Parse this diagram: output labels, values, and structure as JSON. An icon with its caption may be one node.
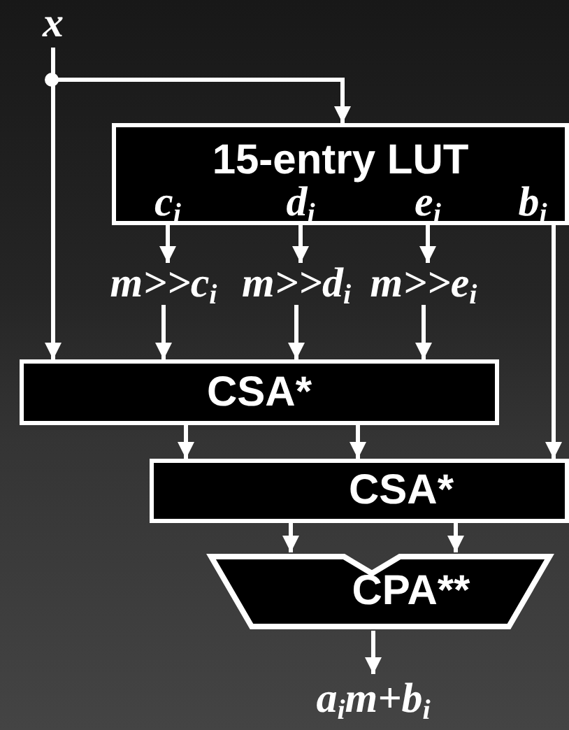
{
  "diagram": {
    "nodes": [
      {
        "text": [
          "x"
        ]
      },
      {
        "text": [
          "15-entry LUT"
        ]
      },
      {
        "text": [
          "c$_{i}$"
        ],
        "in": 1
      },
      {
        "text": [
          "d$_{i}$"
        ],
        "in": 1
      },
      {
        "text": [
          "e$_{i}$"
        ],
        "in": 1
      },
      {
        "text": [
          "b$_{i}$"
        ],
        "in": 1
      },
      {
        "text": [
          "m>>c$_{i}$"
        ]
      },
      {
        "text": [
          "m>>d$_{i}$"
        ]
      },
      {
        "text": [
          "m>>e$_{i}$"
        ]
      },
      {
        "text": [
          "CSA*"
        ]
      },
      {
        "text": [
          "CSA*"
        ]
      },
      {
        "text": [
          "CPA**"
        ]
      },
      {
        "text": [
          "a$_{i}$m+b$_{i}$"
        ]
      }
    ],
    "edges": [
      {
        "from": 0,
        "to": 1,
        "arrow": "to"
      },
      {
        "from": 0,
        "to": 9,
        "arrow": "to"
      },
      {
        "from": 2,
        "to": 6,
        "arrow": "to"
      },
      {
        "from": 3,
        "to": 7,
        "arrow": "to"
      },
      {
        "from": 4,
        "to": 8,
        "arrow": "to"
      },
      {
        "from": 6,
        "to": 9,
        "arrow": "to"
      },
      {
        "from": 7,
        "to": 9,
        "arrow": "to"
      },
      {
        "from": 8,
        "to": 9,
        "arrow": "to"
      },
      {
        "from": 5,
        "to": 10,
        "arrow": "to"
      },
      {
        "from": 9,
        "to": 10,
        "arrow": "to"
      },
      {
        "from": 9,
        "to": 10,
        "arrow": "to"
      },
      {
        "from": 10,
        "to": 11,
        "arrow": "to"
      },
      {
        "from": 10,
        "to": 11,
        "arrow": "to"
      },
      {
        "from": 11,
        "to": 12,
        "arrow": "to"
      }
    ]
  }
}
